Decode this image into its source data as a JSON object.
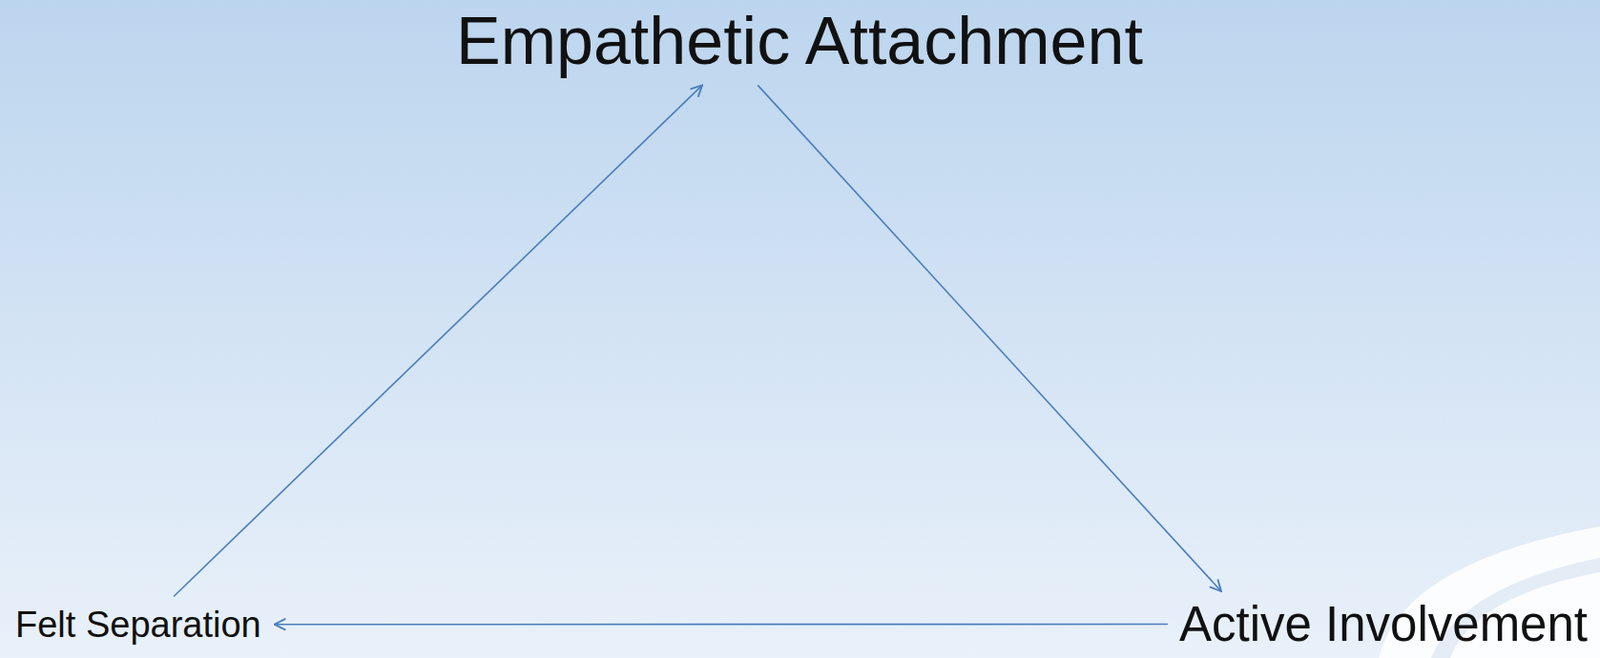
{
  "diagram": {
    "nodes": [
      {
        "text": [
          "Empathetic Attachment"
        ]
      },
      {
        "text": [
          "Active Involvement"
        ]
      },
      {
        "text": [
          "Felt Separation"
        ]
      }
    ],
    "edges": [
      {
        "from": 2,
        "to": 0,
        "arrow": "to"
      },
      {
        "from": 0,
        "to": 1,
        "arrow": "to"
      },
      {
        "from": 1,
        "to": 2,
        "arrow": "to"
      }
    ]
  }
}
